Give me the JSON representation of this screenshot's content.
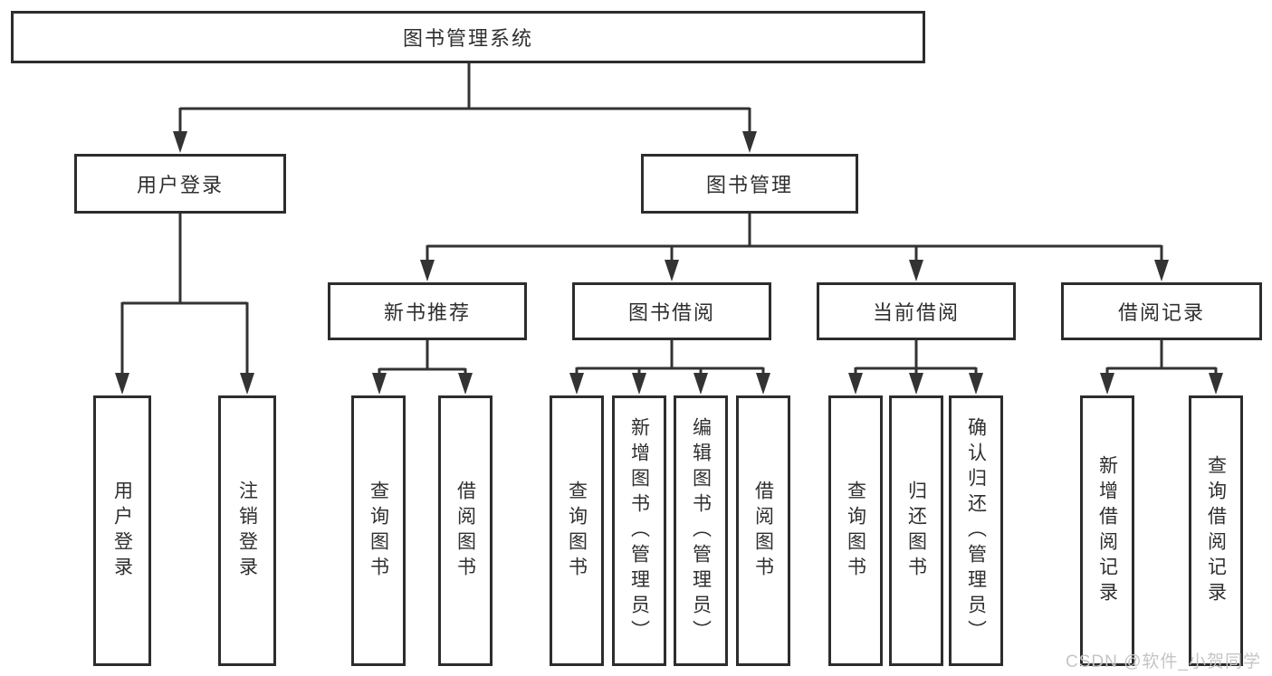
{
  "diagram": {
    "root": {
      "label": "图书管理系统"
    },
    "level2": {
      "user_login": {
        "label": "用户登录"
      },
      "book_management": {
        "label": "图书管理"
      }
    },
    "level3": {
      "new_book_recommend": {
        "label": "新书推荐"
      },
      "book_borrowing": {
        "label": "图书借阅"
      },
      "current_borrowing": {
        "label": "当前借阅"
      },
      "borrowing_records": {
        "label": "借阅记录"
      }
    },
    "leaves": {
      "user_login_leaf": {
        "label": "用户登录"
      },
      "logout": {
        "label": "注销登录"
      },
      "query_books_recommend": {
        "label": "查询图书"
      },
      "borrow_books_recommend": {
        "label": "借阅图书"
      },
      "query_books_borrowing": {
        "label": "查询图书"
      },
      "add_books_admin": {
        "label": "新增图书（管理员）"
      },
      "edit_books_admin": {
        "label": "编辑图书（管理员）"
      },
      "borrow_books_borrowing": {
        "label": "借阅图书"
      },
      "query_books_current": {
        "label": "查询图书"
      },
      "return_books": {
        "label": "归还图书"
      },
      "confirm_return_admin": {
        "label": "确认归还（管理员）"
      },
      "add_borrow_record": {
        "label": "新增借阅记录"
      },
      "query_borrow_record": {
        "label": "查询借阅记录"
      }
    },
    "edges": [
      {
        "from": "root",
        "to": "user_login"
      },
      {
        "from": "root",
        "to": "book_management"
      },
      {
        "from": "user_login",
        "to": "user_login_leaf"
      },
      {
        "from": "user_login",
        "to": "logout"
      },
      {
        "from": "book_management",
        "to": "new_book_recommend"
      },
      {
        "from": "book_management",
        "to": "book_borrowing"
      },
      {
        "from": "book_management",
        "to": "current_borrowing"
      },
      {
        "from": "book_management",
        "to": "borrowing_records"
      },
      {
        "from": "new_book_recommend",
        "to": "query_books_recommend"
      },
      {
        "from": "new_book_recommend",
        "to": "borrow_books_recommend"
      },
      {
        "from": "book_borrowing",
        "to": "query_books_borrowing"
      },
      {
        "from": "book_borrowing",
        "to": "add_books_admin"
      },
      {
        "from": "book_borrowing",
        "to": "edit_books_admin"
      },
      {
        "from": "book_borrowing",
        "to": "borrow_books_borrowing"
      },
      {
        "from": "current_borrowing",
        "to": "query_books_current"
      },
      {
        "from": "current_borrowing",
        "to": "return_books"
      },
      {
        "from": "current_borrowing",
        "to": "confirm_return_admin"
      },
      {
        "from": "borrowing_records",
        "to": "add_borrow_record"
      },
      {
        "from": "borrowing_records",
        "to": "query_borrow_record"
      }
    ]
  },
  "watermark": {
    "text": "CSDN @软件_小贺同学",
    "color": "#c5c5c5"
  },
  "colors": {
    "line": "#333333",
    "box_border": "#2d2d2d",
    "box_fill": "#ffffff",
    "text": "#2f2f2f",
    "background": "#ffffff"
  }
}
